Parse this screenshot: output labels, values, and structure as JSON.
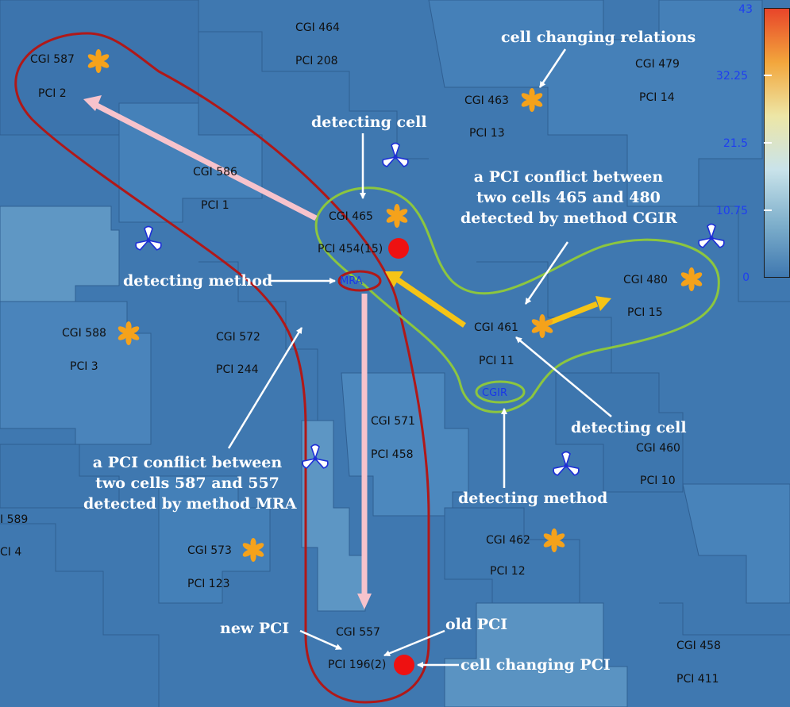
{
  "cells": [
    {
      "cgi": "CGI 464",
      "pci": "PCI 208"
    },
    {
      "cgi": "CGI 587",
      "pci": "PCI 2"
    },
    {
      "cgi": "CGI 479",
      "pci": "PCI 14"
    },
    {
      "cgi": "CGI 463",
      "pci": "PCI 13"
    },
    {
      "cgi": "CGI 586",
      "pci": "PCI 1"
    },
    {
      "cgi": "CGI 465",
      "pci": "PCI 454(15)"
    },
    {
      "cgi": "CGI 480",
      "pci": "PCI 15"
    },
    {
      "cgi": "CGI 588",
      "pci": "PCI 3"
    },
    {
      "cgi": "CGI 572",
      "pci": "PCI 244"
    },
    {
      "cgi": "CGI 461",
      "pci": "PCI 11"
    },
    {
      "cgi": "CGI 571",
      "pci": "PCI 458"
    },
    {
      "cgi": "CGI 460",
      "pci": "PCI 10"
    },
    {
      "cgi": "I 589",
      "pci": "CI 4"
    },
    {
      "cgi": "CGI 573",
      "pci": "PCI 123"
    },
    {
      "cgi": "CGI 462",
      "pci": "PCI 12"
    },
    {
      "cgi": "CGI 557",
      "pci": "PCI 196(2)"
    },
    {
      "cgi": "CGI 458",
      "pci": "PCI 411"
    }
  ],
  "methods": {
    "mra": "MRA",
    "cgir": "CGIR"
  },
  "annotations": {
    "cell_changing_relations": "cell changing relations",
    "detecting_cell_top": "detecting cell",
    "conflict_465_480_l1": "a PCI conflict between",
    "conflict_465_480_l2": "two cells 465 and 480",
    "conflict_465_480_l3": "detected by method CGIR",
    "detecting_method_left": "detecting method",
    "detecting_cell_right": "detecting cell",
    "detecting_method_bottom": "detecting method",
    "conflict_587_557_l1": "a PCI conflict between",
    "conflict_587_557_l2": "two cells 587 and 557",
    "conflict_587_557_l3": "detected by method MRA",
    "new_pci": "new PCI",
    "old_pci": "old PCI",
    "cell_changing_pci": "cell changing PCI"
  },
  "legend": {
    "ticks": [
      "43",
      "32.25",
      "21.5",
      "10.75",
      "0"
    ],
    "max": 43,
    "min": 0,
    "colors": [
      "#e8452a",
      "#f2a63c",
      "#ede6a6",
      "#c9e3ea",
      "#7fb0cc",
      "#3f78b0"
    ]
  },
  "colors": {
    "mra_outline": "#b01818",
    "cgir_outline": "#8cc63f",
    "mra_arrow": "#f7c3cc",
    "cgir_arrow": "#f5c416",
    "marker_star": "#f5a21b",
    "marker_dot": "#ee1111",
    "annotation_text": "#ffffff"
  }
}
